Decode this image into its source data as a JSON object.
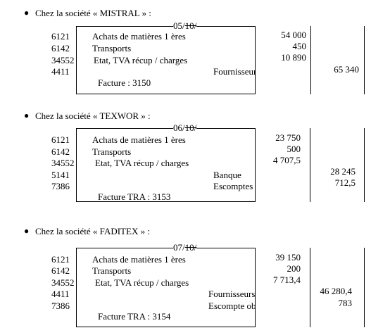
{
  "sections": [
    {
      "heading": "Chez la société « MISTRAL » :",
      "date_day": "05/",
      "date_month": "10/",
      "rows": [
        {
          "account": "6121",
          "label": "Achats de matières 1 ères",
          "debit": "54 000"
        },
        {
          "account": "6142",
          "label": "Transports",
          "debit": "450"
        },
        {
          "account": "34552",
          "label": "Etat, TVA récup / charges",
          "debit": "10 890"
        },
        {
          "account": "4411",
          "label": "Fournisseurs",
          "credit": "65 340"
        }
      ],
      "invoice": "Facture : 3150"
    },
    {
      "heading": "Chez la société « TEXWOR » :",
      "date_day": "06/",
      "date_month": "10/",
      "rows": [
        {
          "account": "6121",
          "label": "Achats de matières 1 ères",
          "debit": "23 750"
        },
        {
          "account": "6142",
          "label": "Transports",
          "debit": "500"
        },
        {
          "account": "34552",
          "label": "Etat, TVA récup / charges",
          "debit": "4 707,5"
        },
        {
          "account": "5141",
          "label": "Banque",
          "credit": "28 245"
        },
        {
          "account": "7386",
          "label": "Escomptes",
          "credit": "712,5"
        }
      ],
      "invoice": "Facture TRA : 3153"
    },
    {
      "heading": "Chez la société « FADITEX » :",
      "date_day": "07/",
      "date_month": "10/",
      "rows": [
        {
          "account": "6121",
          "label": "Achats de matières 1 ères",
          "debit": "39 150"
        },
        {
          "account": "6142",
          "label": "Transports",
          "debit": "200"
        },
        {
          "account": "34552",
          "label": "Etat, TVA récup / charges",
          "debit": "7 713,4"
        },
        {
          "account": "4411",
          "label": "Fournisseurs",
          "credit": "46 280,4"
        },
        {
          "account": "7386",
          "label": "Escompte obtenu",
          "credit": "783"
        }
      ],
      "invoice": "Facture TRA : 3154"
    }
  ]
}
